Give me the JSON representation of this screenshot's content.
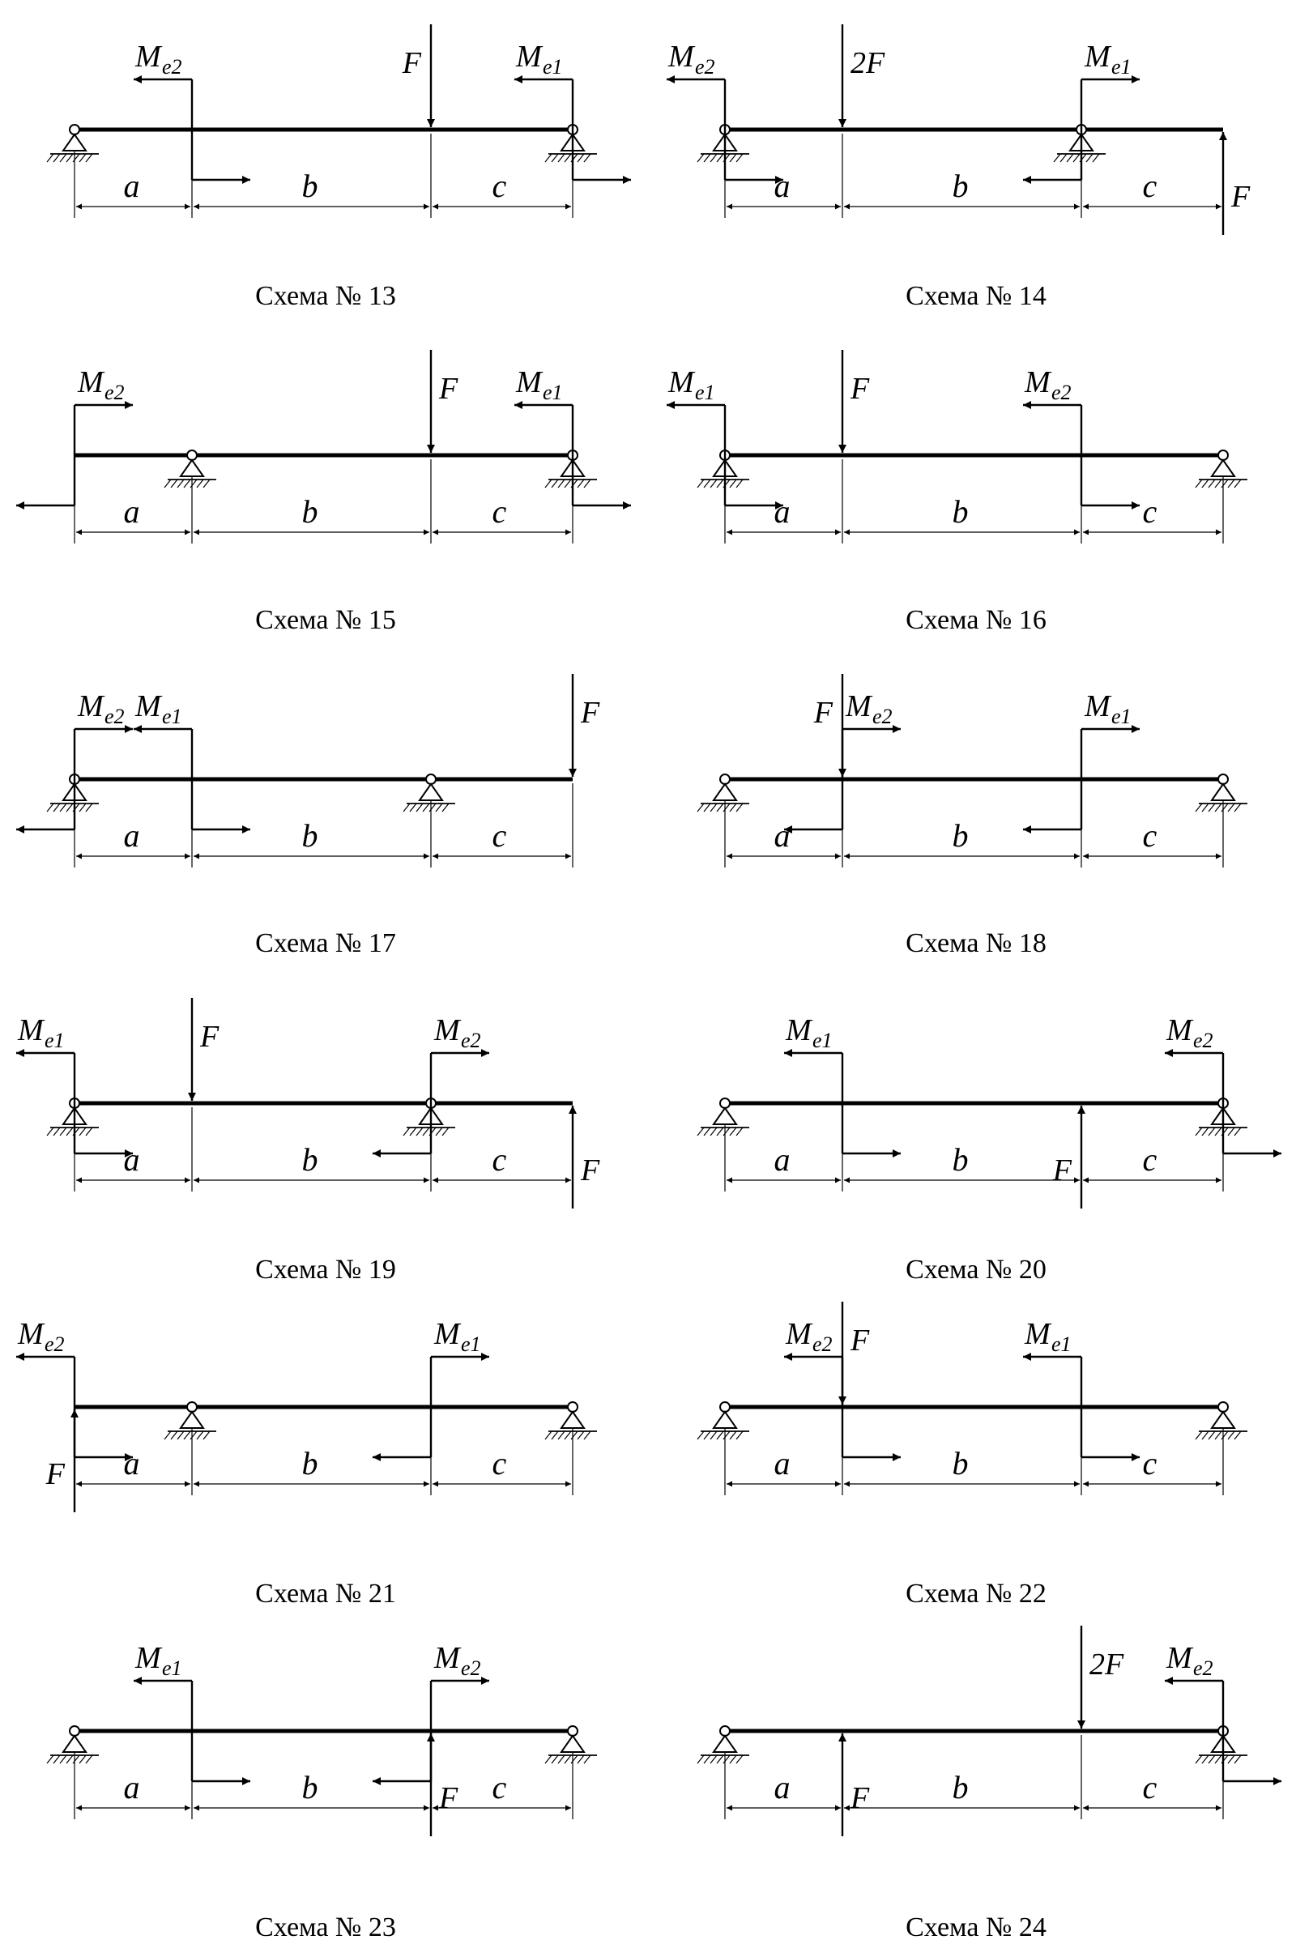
{
  "labels": {
    "a": "a",
    "b": "b",
    "c": "c",
    "M": "M",
    "F": "F",
    "twoF": "2F",
    "e1": "e1",
    "e2": "e2"
  },
  "schemes": [
    {
      "caption": "Схема № 13",
      "supports": [
        {
          "pos": "L",
          "type": "pin"
        },
        {
          "pos": "R",
          "type": "pin"
        }
      ],
      "moments": [
        {
          "name": "e2",
          "at": "A",
          "side": "left",
          "labelSide": "left"
        },
        {
          "name": "e1",
          "at": "R",
          "side": "left",
          "labelSide": "left"
        }
      ],
      "forces": [
        {
          "label": "F",
          "at": "B",
          "dir": "down",
          "labelSide": "left"
        }
      ]
    },
    {
      "caption": "Схема № 14",
      "supports": [
        {
          "pos": "L",
          "type": "pin"
        },
        {
          "pos": "B",
          "type": "pin"
        }
      ],
      "moments": [
        {
          "name": "e2",
          "at": "L",
          "side": "left",
          "labelSide": "left"
        },
        {
          "name": "e1",
          "at": "B",
          "side": "right",
          "labelSide": "right"
        }
      ],
      "forces": [
        {
          "label": "2F",
          "at": "A",
          "dir": "down",
          "labelSide": "right"
        },
        {
          "label": "F",
          "at": "R",
          "dir": "up",
          "labelSide": "right"
        }
      ]
    },
    {
      "caption": "Схема № 15",
      "supports": [
        {
          "pos": "A",
          "type": "pin"
        },
        {
          "pos": "R",
          "type": "pin"
        }
      ],
      "moments": [
        {
          "name": "e2",
          "at": "L",
          "side": "right",
          "labelSide": "right"
        },
        {
          "name": "e1",
          "at": "R",
          "side": "left",
          "labelSide": "left"
        }
      ],
      "forces": [
        {
          "label": "F",
          "at": "B",
          "dir": "down",
          "labelSide": "right"
        }
      ]
    },
    {
      "caption": "Схема № 16",
      "supports": [
        {
          "pos": "L",
          "type": "pin"
        },
        {
          "pos": "R",
          "type": "pin"
        }
      ],
      "moments": [
        {
          "name": "e1",
          "at": "L",
          "side": "left",
          "labelSide": "left"
        },
        {
          "name": "e2",
          "at": "B",
          "side": "left",
          "labelSide": "left"
        }
      ],
      "forces": [
        {
          "label": "F",
          "at": "A",
          "dir": "down",
          "labelSide": "right"
        }
      ]
    },
    {
      "caption": "Схема № 17",
      "supports": [
        {
          "pos": "L",
          "type": "pin"
        },
        {
          "pos": "B",
          "type": "pin"
        }
      ],
      "moments": [
        {
          "name": "e2",
          "at": "L",
          "side": "right",
          "labelSide": "right"
        },
        {
          "name": "e1",
          "at": "A",
          "side": "left",
          "labelSide": "left"
        }
      ],
      "forces": [
        {
          "label": "F",
          "at": "R",
          "dir": "down",
          "labelSide": "right"
        }
      ]
    },
    {
      "caption": "Схема № 18",
      "supports": [
        {
          "pos": "L",
          "type": "pin"
        },
        {
          "pos": "R",
          "type": "pin"
        }
      ],
      "moments": [
        {
          "name": "e2",
          "at": "A",
          "side": "right",
          "labelSide": "right"
        },
        {
          "name": "e1",
          "at": "B",
          "side": "right",
          "labelSide": "right"
        }
      ],
      "forces": [
        {
          "label": "F",
          "at": "A",
          "dir": "down",
          "labelSide": "left"
        }
      ]
    },
    {
      "caption": "Схема № 19",
      "supports": [
        {
          "pos": "L",
          "type": "pin"
        },
        {
          "pos": "B",
          "type": "pin"
        }
      ],
      "moments": [
        {
          "name": "e1",
          "at": "L",
          "side": "left",
          "labelSide": "left"
        },
        {
          "name": "e2",
          "at": "B",
          "side": "right",
          "labelSide": "right"
        }
      ],
      "forces": [
        {
          "label": "F",
          "at": "A",
          "dir": "down",
          "labelSide": "right"
        },
        {
          "label": "F",
          "at": "R",
          "dir": "up",
          "labelSide": "right"
        }
      ]
    },
    {
      "caption": "Схема № 20",
      "supports": [
        {
          "pos": "L",
          "type": "pin"
        },
        {
          "pos": "R",
          "type": "pin"
        }
      ],
      "moments": [
        {
          "name": "e1",
          "at": "A",
          "side": "left",
          "labelSide": "left"
        },
        {
          "name": "e2",
          "at": "R",
          "side": "left",
          "labelSide": "left"
        }
      ],
      "forces": [
        {
          "label": "F",
          "at": "B",
          "dir": "up",
          "labelSide": "left"
        }
      ]
    },
    {
      "caption": "Схема № 21",
      "supports": [
        {
          "pos": "A",
          "type": "pin"
        },
        {
          "pos": "R",
          "type": "pin"
        }
      ],
      "moments": [
        {
          "name": "e2",
          "at": "L",
          "side": "left",
          "labelSide": "left"
        },
        {
          "name": "e1",
          "at": "B",
          "side": "right",
          "labelSide": "right"
        }
      ],
      "forces": [
        {
          "label": "F",
          "at": "L",
          "dir": "up",
          "labelSide": "left"
        }
      ]
    },
    {
      "caption": "Схема № 22",
      "supports": [
        {
          "pos": "L",
          "type": "pin"
        },
        {
          "pos": "R",
          "type": "pin"
        }
      ],
      "moments": [
        {
          "name": "e2",
          "at": "A",
          "side": "left",
          "labelSide": "left"
        },
        {
          "name": "e1",
          "at": "B",
          "side": "left",
          "labelSide": "left"
        }
      ],
      "forces": [
        {
          "label": "F",
          "at": "A",
          "dir": "down",
          "labelSide": "right"
        }
      ]
    },
    {
      "caption": "Схема № 23",
      "supports": [
        {
          "pos": "L",
          "type": "pin"
        },
        {
          "pos": "R",
          "type": "pin"
        }
      ],
      "moments": [
        {
          "name": "e1",
          "at": "A",
          "side": "left",
          "labelSide": "left"
        },
        {
          "name": "e2",
          "at": "B",
          "side": "right",
          "labelSide": "right"
        }
      ],
      "forces": [
        {
          "label": "F",
          "at": "B",
          "dir": "up",
          "labelSide": "right"
        }
      ]
    },
    {
      "caption": "Схема № 24",
      "supports": [
        {
          "pos": "L",
          "type": "pin"
        },
        {
          "pos": "R",
          "type": "pin"
        }
      ],
      "moments": [
        {
          "name": "e2",
          "at": "R",
          "side": "left",
          "labelSide": "left"
        }
      ],
      "forces": [
        {
          "label": "F",
          "at": "A",
          "dir": "up",
          "labelSide": "right"
        },
        {
          "label": "2F",
          "at": "B",
          "dir": "down",
          "labelSide": "right"
        }
      ]
    }
  ]
}
